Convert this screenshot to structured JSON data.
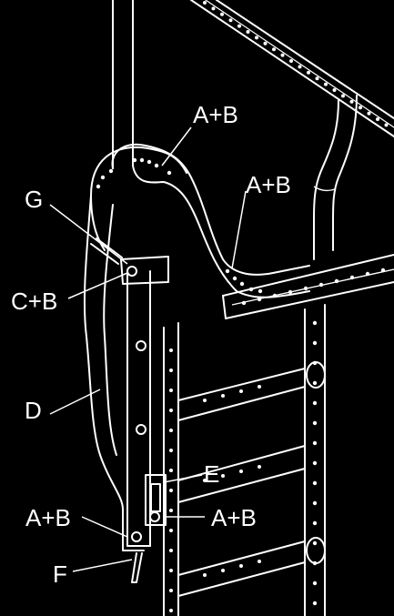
{
  "labels": {
    "a_b_top": "A+B",
    "a_b_right": "A+B",
    "g": "G",
    "c_b": "C+B",
    "d": "D",
    "e": "E",
    "a_b_lower_left": "A+B",
    "a_b_lower_right": "A+B",
    "f": "F"
  }
}
